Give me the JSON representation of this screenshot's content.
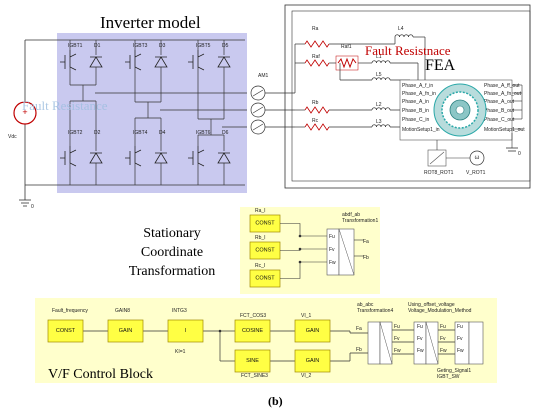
{
  "labels": {
    "inverter_model": "Inverter model",
    "fea": "FEA",
    "fault_resistance": "Fault Resistnace",
    "fault_resistance_overlay": "Fault Resistance",
    "stationary": "Stationary",
    "coordinate": "Coordinate",
    "transformation": "Transformation",
    "vf_control_block": "V/F Control Block",
    "caption": "(b)"
  },
  "inverter": {
    "vdc": "Vdc",
    "igbt_top": [
      "IGBT1",
      "IGBT3",
      "IGBT5"
    ],
    "diode_top": [
      "D1",
      "D3",
      "D5"
    ],
    "igbt_bottom": [
      "IGBT2",
      "IGBT4",
      "IGBT6"
    ],
    "diode_bottom": [
      "D2",
      "D4",
      "D6"
    ],
    "ammeter": "AM1",
    "ground": "0"
  },
  "fea_circuit": {
    "resistors": [
      "Ra",
      "Raf1",
      "Raf",
      "Rb",
      "Rc"
    ],
    "inductors": [
      "L4",
      "L1",
      "L5",
      "L2",
      "L3"
    ],
    "ports_left": [
      "Phase_A_f_in",
      "Phase_A_fn_in",
      "Phase_A_in",
      "Phase_B_in",
      "Phase_C_in",
      "MotionSetup1_in"
    ],
    "ports_right": [
      "Phase_A_ff_out",
      "Phase_A_fn_out",
      "Phase_A_out",
      "Phase_B_out",
      "Phase_C_out",
      "MotionSetup1_out"
    ],
    "rotor_block": "ROT8_ROT1",
    "speed_block": "V_ROT1",
    "ground": "0"
  },
  "abc_block": {
    "title_line1": "abdf_ab",
    "title_line2": "Transformation1",
    "const_labels": [
      "Ra_I",
      "Rb_I",
      "Rc_I"
    ],
    "const_text": "CONST",
    "inputs": [
      "Fu",
      "Fv",
      "Fw"
    ],
    "outputs": [
      "Fa",
      "Fb"
    ]
  },
  "vf_block": {
    "fault_frequency": "Fault_frequency",
    "const": "CONST",
    "gain8_label": "GAIN8",
    "gain": "GAIN",
    "intg3_label": "INTG3",
    "intg_symbol": "I",
    "intg_param": "KI=1",
    "cos_label": "FCT_COS3",
    "cosine": "COSINE",
    "sin_label": "FCT_SINE3",
    "sine": "SINE",
    "vi1": "VI_1",
    "vi2": "VI_2",
    "ab_abc_line1": "ab_abc",
    "ab_abc_line2": "Transformation4",
    "svm_line1": "Using_offset_voltage",
    "svm_line2": "Voltage_Modulation_Method",
    "fa": "Fa",
    "fb": "Fb",
    "ports_u": "Fu",
    "ports_v": "Fv",
    "ports_w": "Fw",
    "gating_line1": "Geting_Signal1",
    "gating_line2": "IGBT_SW"
  },
  "colors": {
    "inverter_bg": "#c9c9ef",
    "panel_bg": "#ffffcc",
    "block_fill": "#ffff44",
    "block_stroke": "#a08a00",
    "wire": "#333333",
    "fault_red": "#c00000",
    "fea_teal": "#2aa8a8"
  }
}
